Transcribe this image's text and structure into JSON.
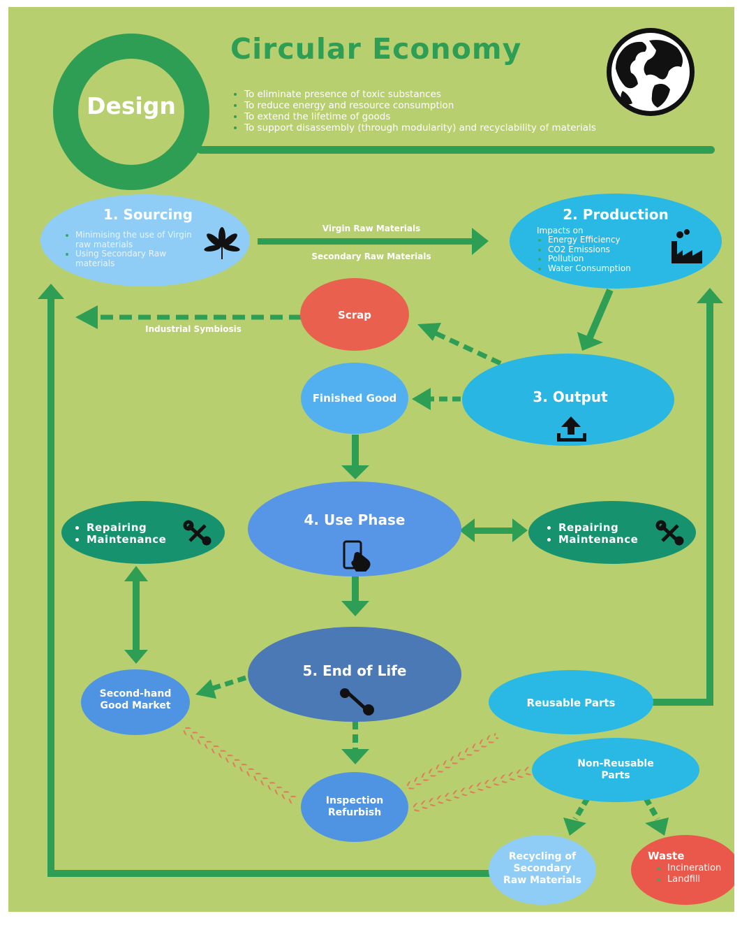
{
  "title": "Circular Economy",
  "design": {
    "label": "Design",
    "bullets": [
      "To eliminate presence of toxic substances",
      "To reduce energy and resource consumption",
      "To extend the lifetime of goods",
      "To support disassembly (through modularity) and recyclability of materials"
    ]
  },
  "sourcing": {
    "title": "1. Sourcing",
    "bullets": [
      "Minimising the use of Virgin raw materials",
      "Using Secondary Raw materials"
    ]
  },
  "production": {
    "title": "2. Production",
    "intro": "Impacts on",
    "bullets": [
      "Energy Efficiency",
      "CO2 Emissions",
      "Pollution",
      "Water Consumption"
    ]
  },
  "flows": {
    "virgin": "Virgin Raw Materials",
    "secondary": "Secondary Raw Materials",
    "industrial_symbiosis": "Industrial Symbiosis"
  },
  "scrap": "Scrap",
  "output": "3. Output",
  "finished_good": "Finished Good",
  "use_phase": "4. Use Phase",
  "repair_left": [
    "Repairing",
    "Maintenance"
  ],
  "repair_right": [
    "Repairing",
    "Maintenance"
  ],
  "end_of_life": "5. End of Life",
  "second_hand": [
    "Second-hand",
    "Good Market"
  ],
  "reusable_parts": "Reusable Parts",
  "non_reusable": [
    "Non-Reusable",
    "Parts"
  ],
  "inspection": [
    "Inspection",
    "Refurbish"
  ],
  "recycling": [
    "Recycling of",
    "Secondary",
    "Raw Materials"
  ],
  "waste": {
    "title": "Waste",
    "bullets": [
      "Incineration",
      "Landfill"
    ]
  },
  "icons": [
    "globe-icon",
    "leaf-icon",
    "factory-icon",
    "upload-icon",
    "phone-touch-icon",
    "percent-icon",
    "wrench-icon"
  ],
  "colors": {
    "background": "#b8cf6f",
    "green": "#2f9e55",
    "sourcing": "#8fcdf6",
    "production": "#2ab9e4",
    "scrap": "#e9604f",
    "finished_good": "#52b0f0",
    "use_phase": "#5795e6",
    "repair": "#16926f",
    "end_of_life": "#4a79b6",
    "waste": "#e9584b"
  }
}
